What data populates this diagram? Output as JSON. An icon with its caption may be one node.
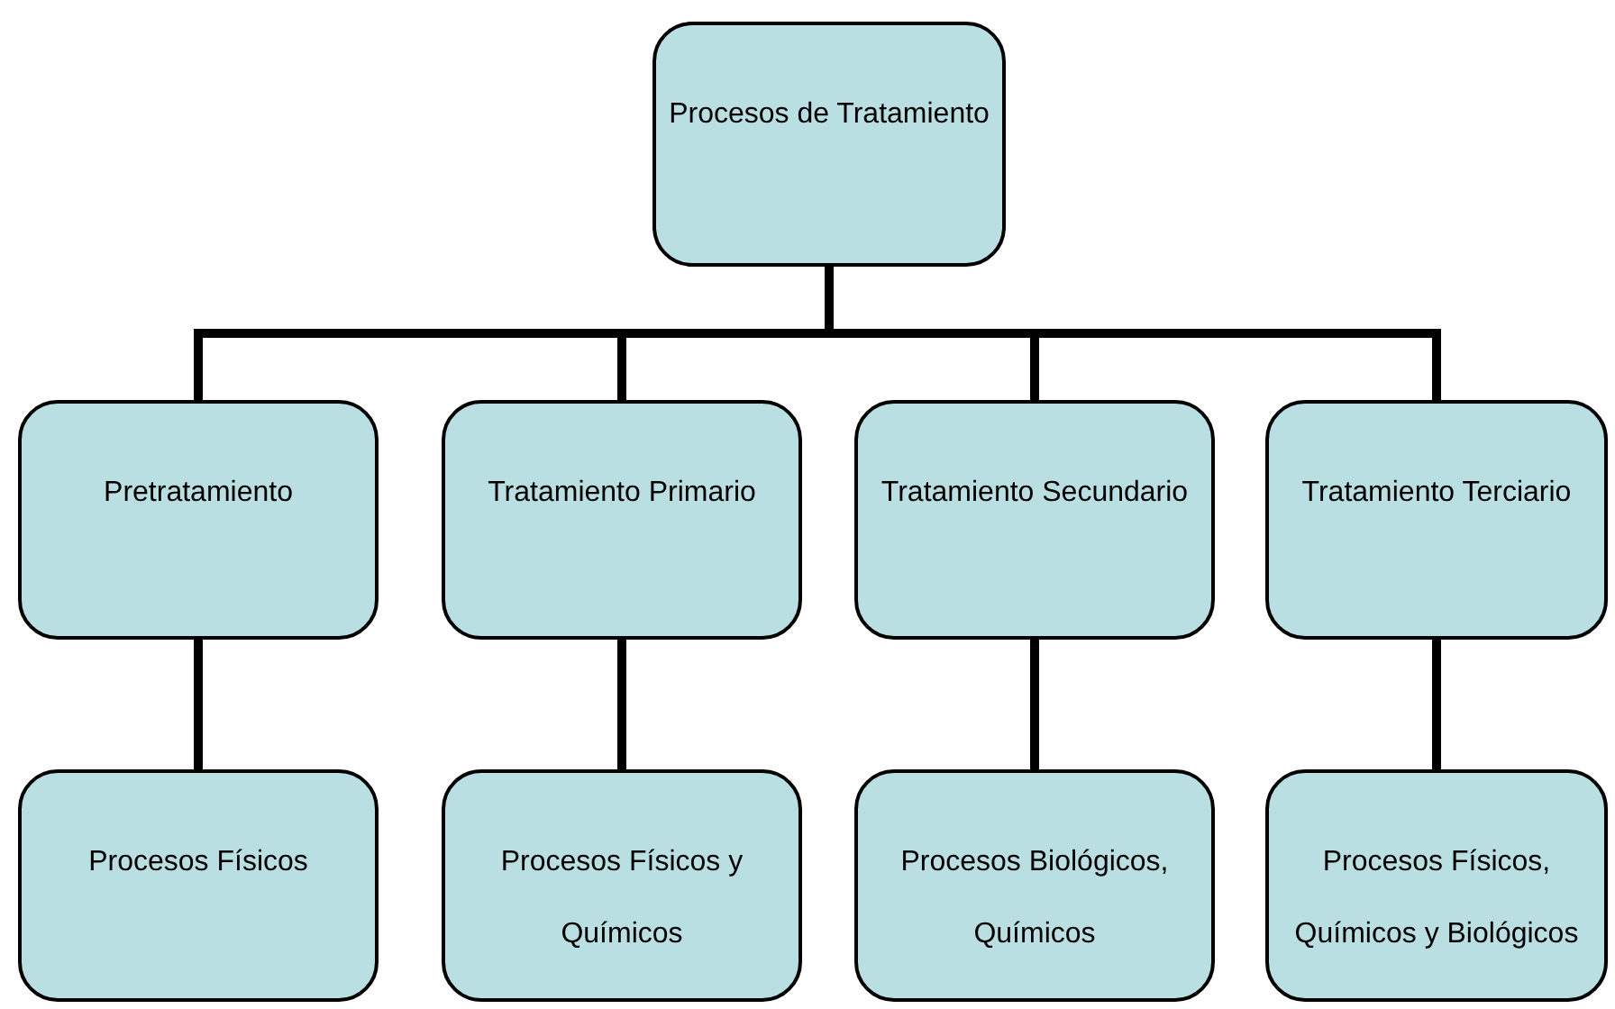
{
  "diagram": {
    "nodes": [
      {
        "text": [
          "Procesos de Tratamiento"
        ]
      },
      {
        "text": [
          "Pretratamiento"
        ]
      },
      {
        "text": [
          "Tratamiento Primario"
        ]
      },
      {
        "text": [
          "Tratamiento Secundario"
        ]
      },
      {
        "text": [
          "Tratamiento Terciario"
        ]
      },
      {
        "text": [
          "Procesos Físicos"
        ]
      },
      {
        "text": [
          "Procesos Físicos y Químicos"
        ]
      },
      {
        "text": [
          "Procesos Biológicos, Químicos"
        ]
      },
      {
        "text": [
          "Procesos Físicos, Químicos y Biológicos"
        ]
      }
    ],
    "edges": [
      {
        "from": 0,
        "to": 1,
        "arrow": "none"
      },
      {
        "from": 0,
        "to": 2,
        "arrow": "none"
      },
      {
        "from": 0,
        "to": 3,
        "arrow": "none"
      },
      {
        "from": 0,
        "to": 4,
        "arrow": "none"
      },
      {
        "from": 1,
        "to": 5,
        "arrow": "none"
      },
      {
        "from": 2,
        "to": 6,
        "arrow": "none"
      },
      {
        "from": 3,
        "to": 7,
        "arrow": "none"
      },
      {
        "from": 4,
        "to": 8,
        "arrow": "none"
      }
    ]
  }
}
